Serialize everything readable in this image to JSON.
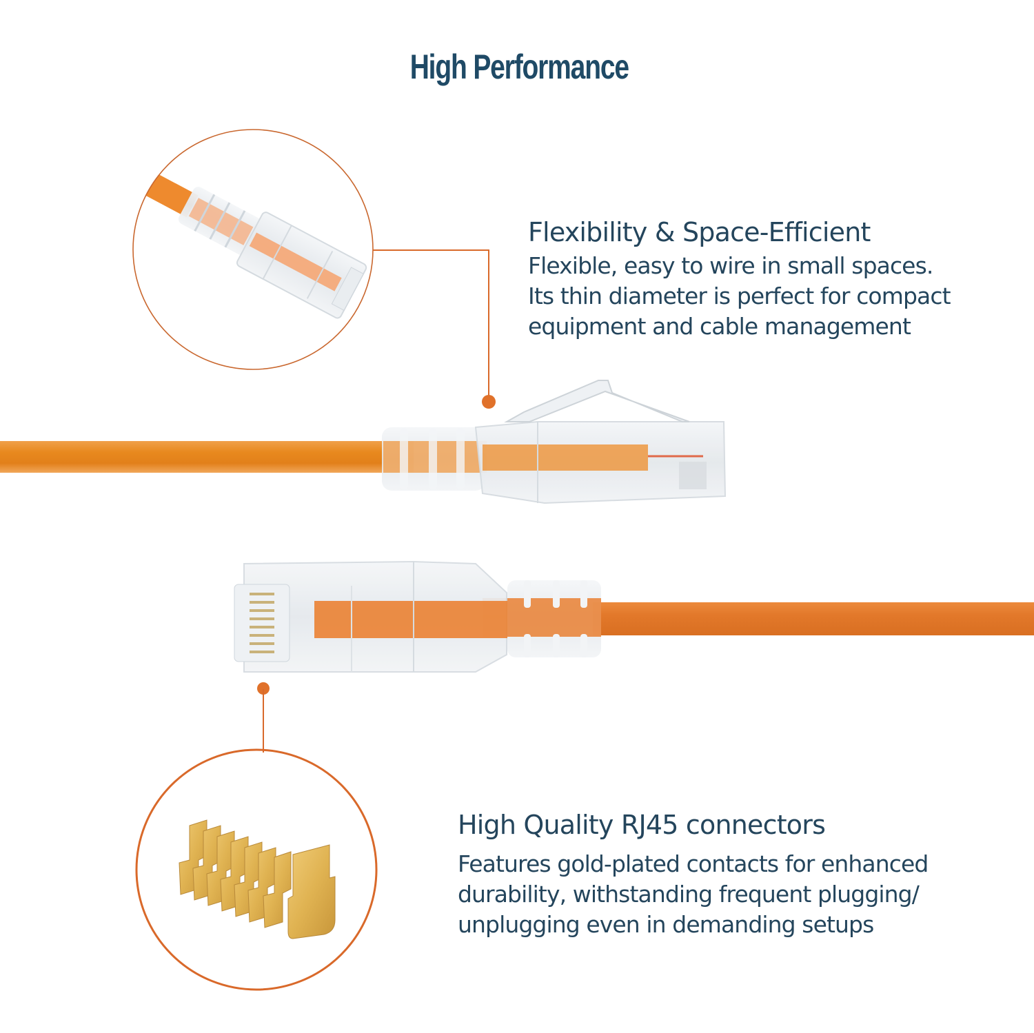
{
  "header": {
    "title": "High Performance"
  },
  "features": [
    {
      "heading": "Flexibility & Space-Efficient",
      "body": "Flexible, easy to wire in small spaces.\nIts thin diameter is perfect for compact\nequipment and cable management",
      "icon": "rj45-connector-closeup-icon"
    },
    {
      "heading": "High Quality RJ45 connectors",
      "body": "Features gold-plated contacts for enhanced\ndurability, withstanding frequent plugging/\nunplugging even in demanding setups",
      "icon": "gold-plated-contacts-icon"
    }
  ],
  "colors": {
    "title": "#1f4a66",
    "text": "#24455c",
    "accent": "#d9692a",
    "cable_top": "#e8891e",
    "cable_bottom": "#e2782a",
    "gold": "#e0b352",
    "background": "#ffffff"
  }
}
